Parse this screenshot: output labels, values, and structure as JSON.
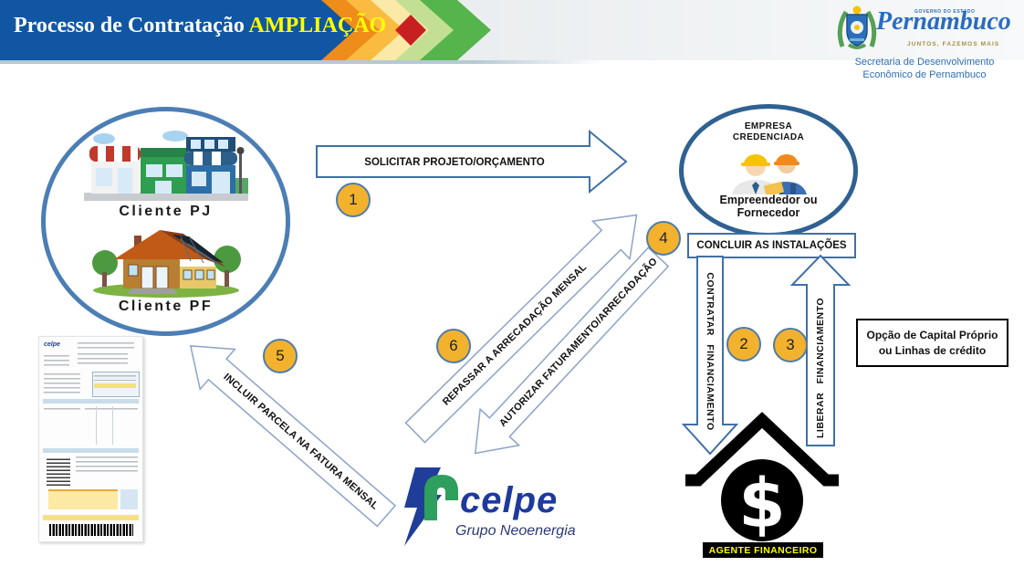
{
  "banner": {
    "title": "Processo de Contratação",
    "title_highlight": "AMPLIAÇÃO"
  },
  "gov": {
    "caption": "GOVERNO DO ESTADO",
    "state": "Pernambuco",
    "tagline": "JUNTOS, FAZEMOS MAIS",
    "secretariat_l1": "Secretaria de Desenvolvimento",
    "secretariat_l2": "Econômico de Pernambuco"
  },
  "clients": {
    "pj": "Cliente PJ",
    "pf": "Cliente PF"
  },
  "company": {
    "title_l1": "EMPRESA",
    "title_l2": "CREDENCIADA",
    "sub_l1": "Empreendedor ou",
    "sub_l2": "Fornecedor"
  },
  "flow": {
    "solicitar_label": "SOLICITAR PROJETO/ORÇAMENTO",
    "concluir_label": "CONCLUIR AS INSTALAÇÕES",
    "contratar_label": "CONTRATAR FINANCIAMENTO",
    "liberar_label": "LIBERAR FINANCIAMENTO",
    "repassar_label": "REPASSAR A ARRECADAÇÃO MENSAL",
    "autorizar_label": "AUTORIZAR FATURAMENTO/ARRECADAÇÃO",
    "incluir_label": "INCLUIR PARCELA NA FATURA MENSAL",
    "numbers": [
      "1",
      "2",
      "3",
      "4",
      "5",
      "6"
    ]
  },
  "capital_box": {
    "l1": "Opção de Capital Próprio",
    "l2": "ou Linhas de crédito"
  },
  "agente": {
    "label": "AGENTE FINANCEIRO",
    "currency": "$"
  },
  "celpe": {
    "name": "celpe",
    "group": "Grupo Neoenergia"
  },
  "colors": {
    "banner_blue": "#1156A3",
    "highlight_yellow": "#FFFF00",
    "step_circle_orange": "#F2B22E",
    "outline_blue": "#4070A8",
    "circle_border_blue": "#2F6191",
    "celpe_blue": "#1F3D99",
    "celpe_green": "#2E9F5C",
    "agente_black": "#000000",
    "agente_label_yellow": "#FFFF00"
  }
}
